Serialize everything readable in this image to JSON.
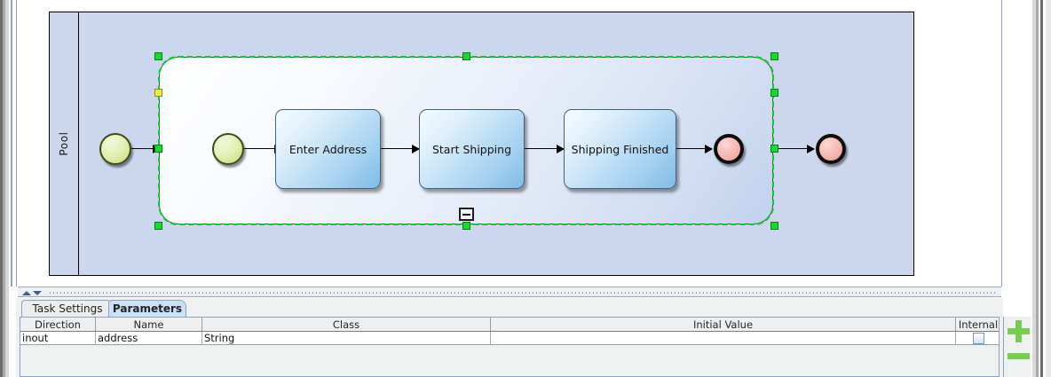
{
  "diagram": {
    "pool": {
      "label": "Pool"
    },
    "subprocess": {
      "selected": true,
      "collapse_icon": "minus-icon"
    },
    "events": [
      {
        "name": "start-event-outer",
        "type": "start",
        "label": ""
      },
      {
        "name": "start-event-inner",
        "type": "start",
        "label": ""
      },
      {
        "name": "end-event-inner",
        "type": "end",
        "label": ""
      },
      {
        "name": "end-event-outer",
        "type": "end",
        "label": ""
      }
    ],
    "tasks": [
      {
        "label": "Enter Address"
      },
      {
        "label": "Start Shipping"
      },
      {
        "label": "Shipping Finished"
      }
    ],
    "colors": {
      "pool_fill": "#ccd7ee",
      "task_fill": "#aed6f2",
      "start_event_fill": "#c6dc7a",
      "end_event_fill": "#ef9a93",
      "selection_handle": "#15dc2e",
      "selection_handle_alt": "#ebeb4c",
      "accent_green": "#76ce4e"
    }
  },
  "splitter": {
    "collapse_up_icon": "triangle-up-icon",
    "collapse_down_icon": "triangle-down-icon"
  },
  "bottom_panel": {
    "tabs": [
      {
        "label": "Task Settings",
        "active": false
      },
      {
        "label": "Parameters",
        "active": true
      }
    ],
    "table": {
      "columns": [
        "Direction",
        "Name",
        "Class",
        "Initial Value",
        "Internal"
      ],
      "rows": [
        {
          "direction": "inout",
          "name": "address",
          "class": "String",
          "initial_value": "",
          "internal_checked": false
        }
      ]
    },
    "actions": {
      "add_icon": "plus-icon",
      "remove_icon": "minus-icon"
    }
  }
}
